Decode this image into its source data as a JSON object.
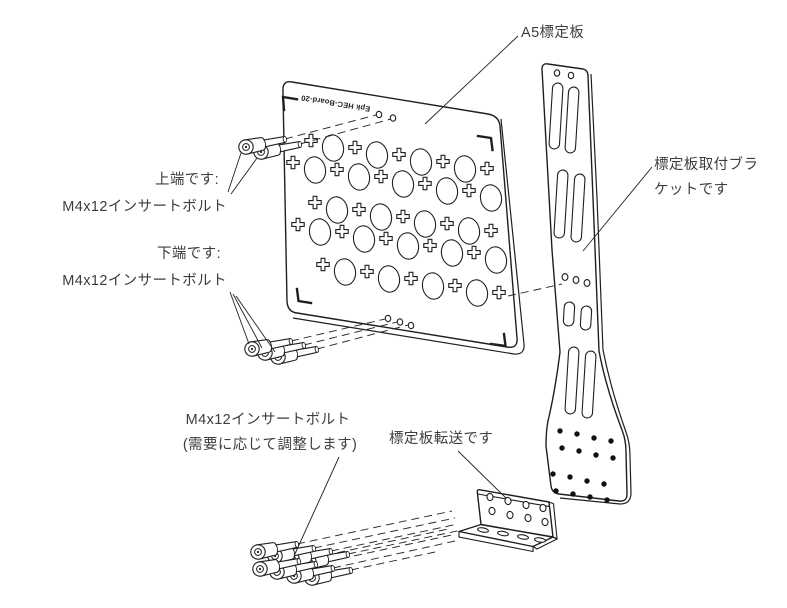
{
  "diagram": {
    "background": "#ffffff",
    "line_color": "#1f1f1f",
    "text_color": "#3d3d3d",
    "board_marking": "Epk HEC-Board-20",
    "labels": {
      "a5_board": "A5標定板",
      "bracket_line1": "標定板取付ブラ",
      "bracket_line2": "ケットです",
      "top_end_line1": "上端です:",
      "top_end_line2": "M4x12インサートボルト",
      "bottom_end_line1": "下端です:",
      "bottom_end_line2": "M4x12インサートボルト",
      "adjust_line1": "M4x12インサートボルト",
      "adjust_line2": "(需要に応じて調整します)",
      "transfer": "標定板転送です"
    }
  }
}
